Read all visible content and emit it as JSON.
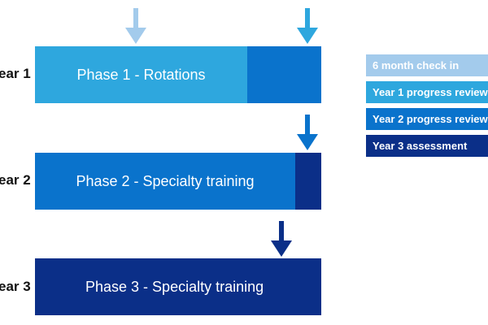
{
  "colors": {
    "check_in": "#a3cbec",
    "year1_review": "#2ea7de",
    "year2_review": "#0a73cc",
    "year3_assessment": "#0b2f88"
  },
  "rows": [
    {
      "year_label": "ear 1",
      "phase_label": "Phase 1 - Rotations"
    },
    {
      "year_label": "ear 2",
      "phase_label": "Phase 2 - Specialty training"
    },
    {
      "year_label": "ear 3",
      "phase_label": "Phase 3 - Specialty training"
    }
  ],
  "legend": [
    {
      "label": "6 month check in"
    },
    {
      "label": "Year 1 progress review"
    },
    {
      "label": "Year 2 progress review"
    },
    {
      "label": "Year 3 assessment"
    }
  ],
  "arrows": [
    {
      "name": "6-month-check-in-arrow-icon"
    },
    {
      "name": "year1-review-arrow-icon"
    },
    {
      "name": "year2-review-arrow-icon"
    },
    {
      "name": "year3-assessment-arrow-icon"
    }
  ]
}
